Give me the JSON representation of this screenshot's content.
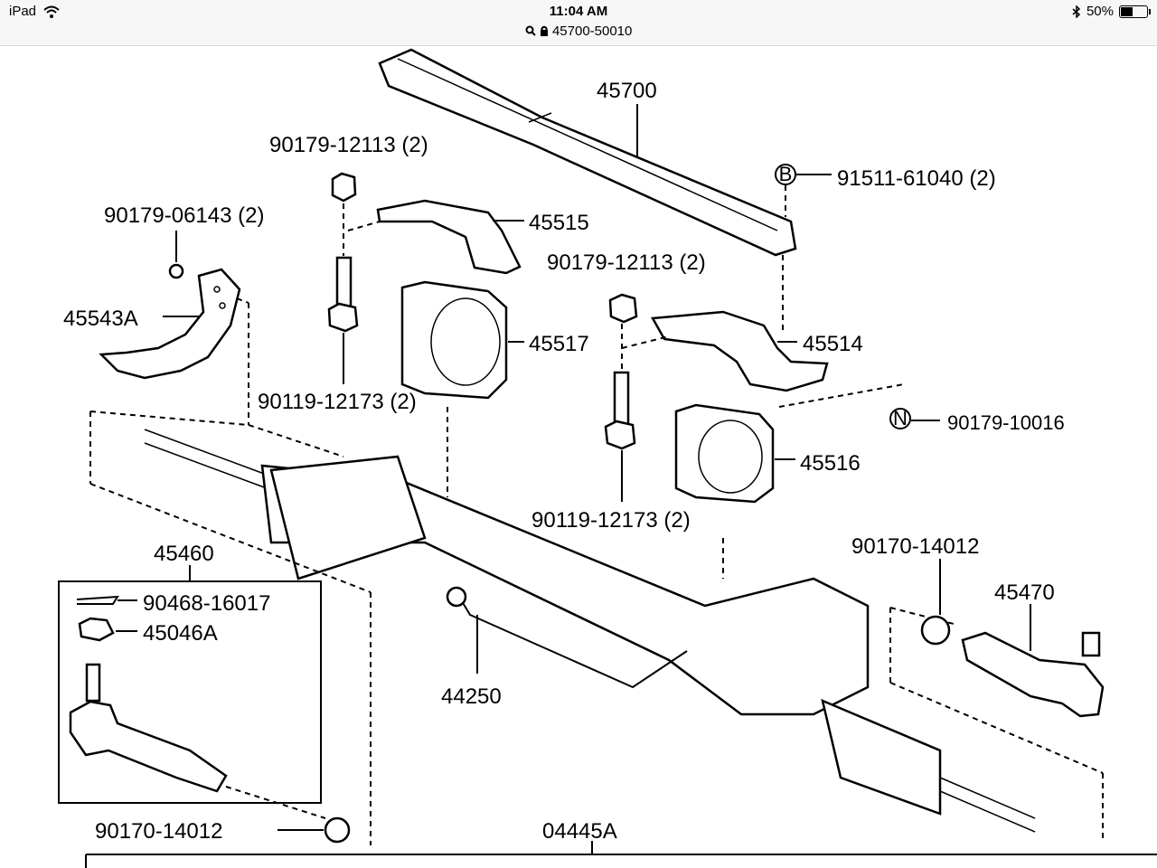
{
  "status": {
    "device": "iPad",
    "time": "11:04 AM",
    "url": "45700-50010",
    "battery": "50%",
    "battery_level": 0.5
  },
  "icons": [
    "wifi-icon",
    "search-icon",
    "lock-icon",
    "bluetooth-icon",
    "battery-icon"
  ],
  "labels": {
    "p45700": "45700",
    "p90179_12113_a": "90179-12113 (2)",
    "p91511": "91511-61040 (2)",
    "p90179_06143": "90179-06143 (2)",
    "p45515": "45515",
    "p90179_12113_b": "90179-12113 (2)",
    "p45543A": "45543A",
    "p45517": "45517",
    "p45514": "45514",
    "p90119_12173_a": "90119-12173 (2)",
    "p90179_10016": "90179-10016",
    "p45516": "45516",
    "p90119_12173_b": "90119-12173 (2)",
    "p45460": "45460",
    "p90170_14012_a": "90170-14012",
    "p90468": "90468-16017",
    "p45470": "45470",
    "p45046A": "45046A",
    "p44250": "44250",
    "p90170_14012_b": "90170-14012",
    "p04445A": "04445A",
    "marker_b": "B",
    "marker_n": "N"
  }
}
